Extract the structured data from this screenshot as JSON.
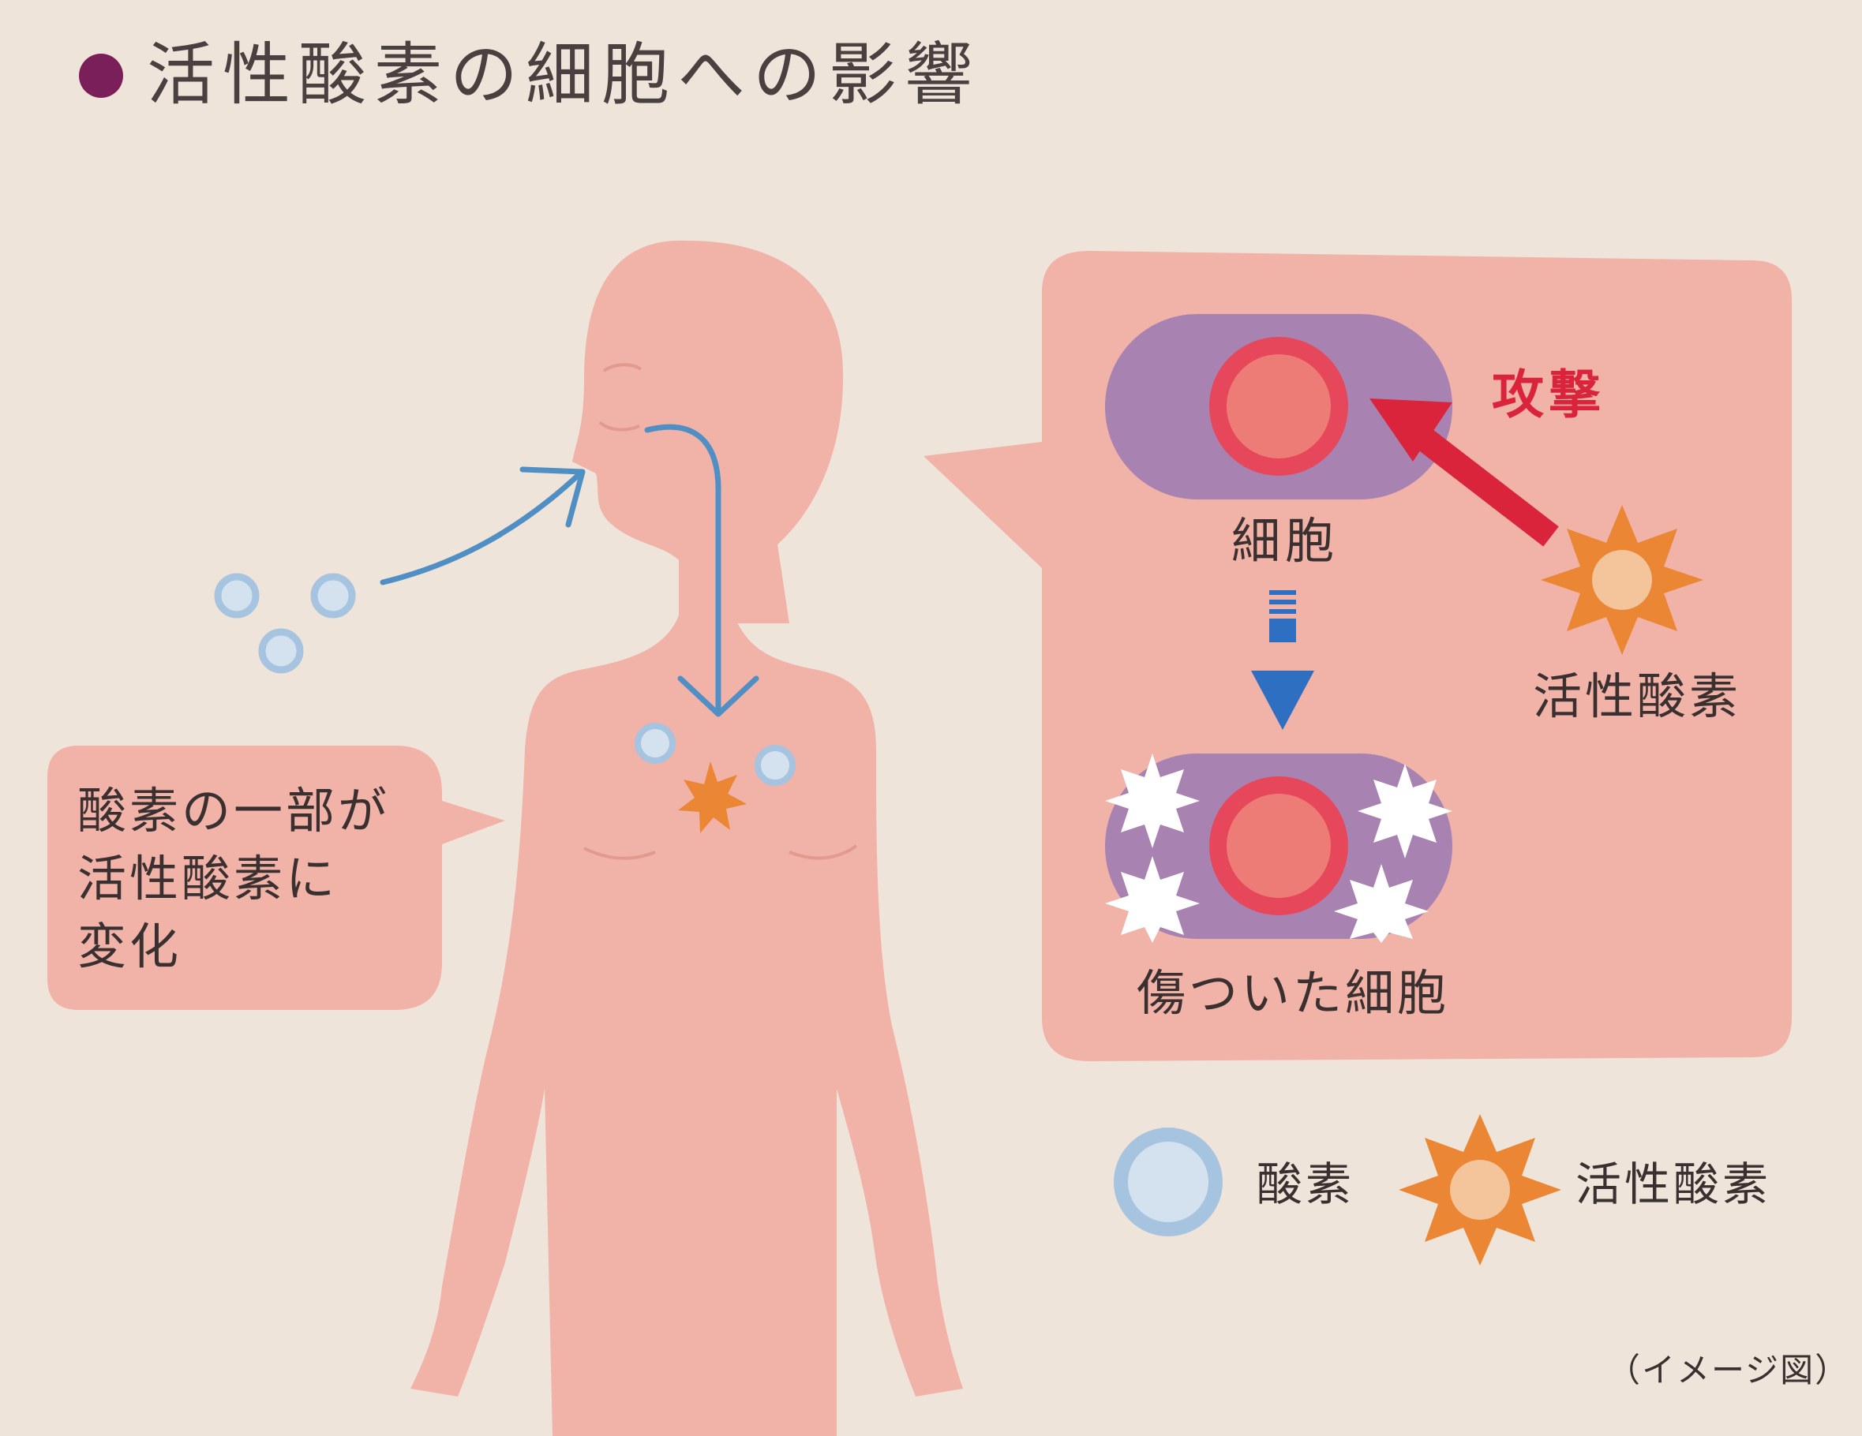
{
  "title": "活性酸素の細胞への影響",
  "bubble_text": "酸素の一部が\n活性酸素に\n変化",
  "panel": {
    "cell_label": "細胞",
    "attack_label": "攻撃",
    "ros_label": "活性酸素",
    "damaged_cell_label": "傷ついた細胞"
  },
  "legend": {
    "oxygen_label": "酸素",
    "ros_label": "活性酸素"
  },
  "note": "（イメージ図）",
  "colors": {
    "background": "#efe4da",
    "body": "#f1b2a8",
    "panel": "#f1b2a8",
    "oxygen": "#a6c4e0",
    "ros": "#ea8634",
    "cell": "#a882b0",
    "nucleus": "#e6475a",
    "attack_arrow": "#d9243c",
    "flow_arrow": "#4f8fc4",
    "down_arrow": "#2f6fc2",
    "title_dot": "#7a1f5a"
  },
  "icons": [
    "oxygen-molecule-icon",
    "reactive-oxygen-star-icon",
    "human-body-illustration",
    "cell-icon"
  ]
}
